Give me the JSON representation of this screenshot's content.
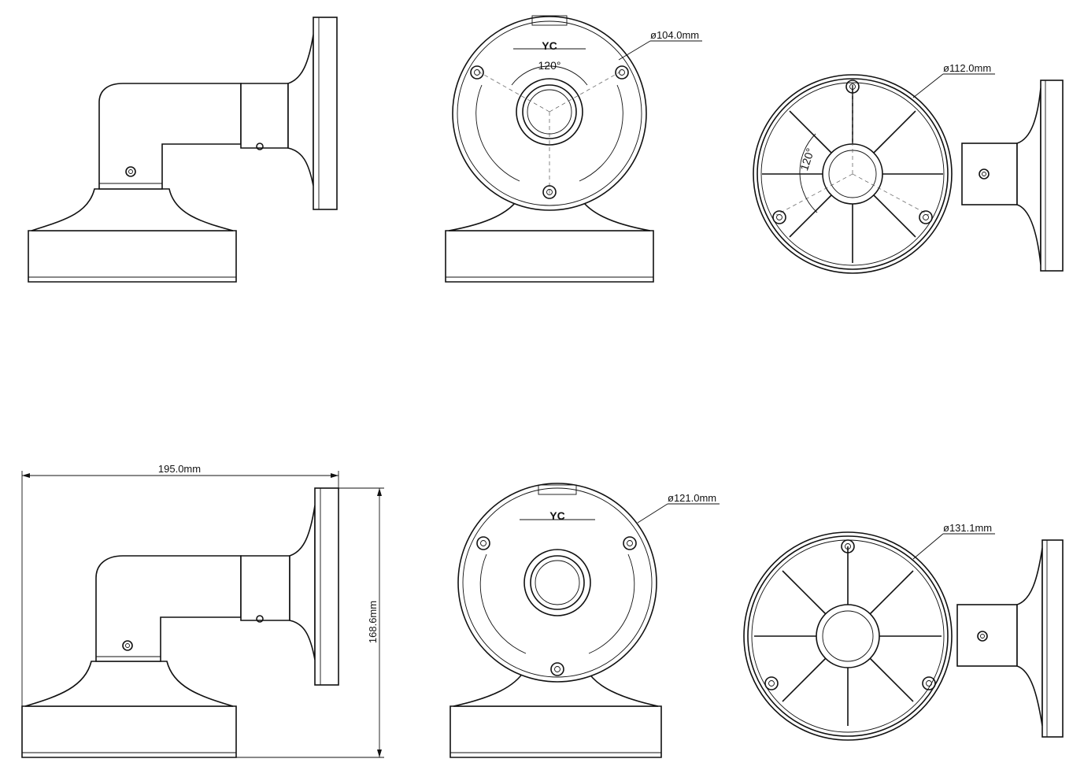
{
  "drawing": {
    "top_row": {
      "front_view": {
        "brand": "YC",
        "angle": "120°",
        "diameter": "ø104.0mm"
      },
      "rear_view": {
        "angle": "120°",
        "diameter": "ø112.0mm"
      }
    },
    "bottom_row": {
      "side_view": {
        "width": "195.0mm",
        "height": "168.6mm"
      },
      "front_view": {
        "brand": "YC",
        "diameter": "ø121.0mm"
      },
      "rear_view": {
        "diameter": "ø131.1mm"
      }
    }
  }
}
